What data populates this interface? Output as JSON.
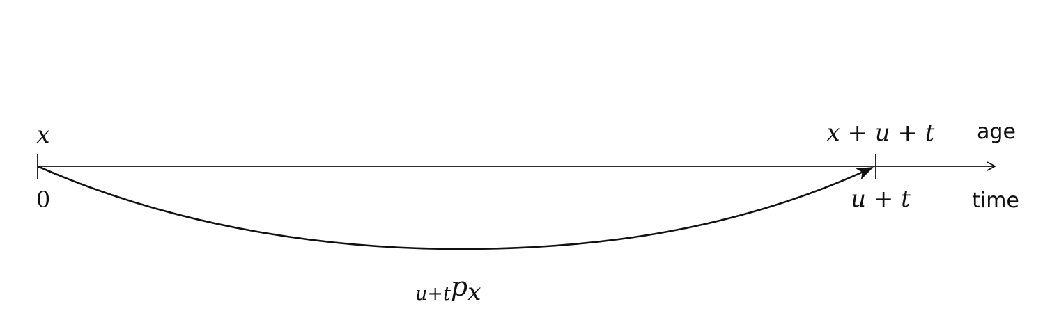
{
  "labels": {
    "start_age": "x",
    "start_time": "0",
    "end_age": "x + u + t",
    "end_time": "u + t",
    "age_axis": "age",
    "time_axis": "time"
  },
  "probability": {
    "subscript": "u+t",
    "symbol": "p",
    "index": "x"
  }
}
